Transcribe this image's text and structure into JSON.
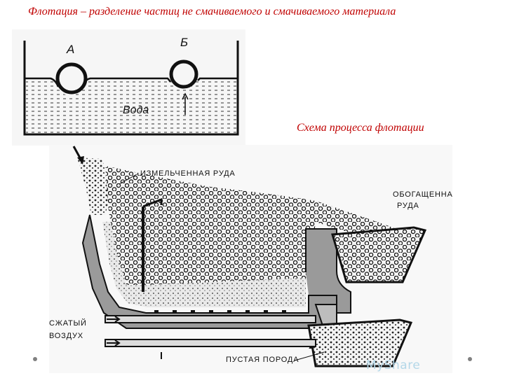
{
  "slide": {
    "title": "Флотация – разделение частиц  не смачиваемого и смачиваемого материала",
    "caption": "Схема процесса флотации"
  },
  "figure_particles": {
    "label_a": "А",
    "label_b": "Б",
    "label_water": "Вода"
  },
  "figure_process": {
    "label_crushed_ore": "ИЗМЕЛЬЧЕННАЯ РУДА",
    "label_enriched_ore_line1": "ОБОГАЩЕННАЯ",
    "label_enriched_ore_line2": "РУДА",
    "label_air_line1": "СЖАТЫЙ",
    "label_air_line2": "ВОЗДУХ",
    "label_waste_rock": "ПУСТАЯ ПОРОДА"
  },
  "watermark": "MyShare"
}
